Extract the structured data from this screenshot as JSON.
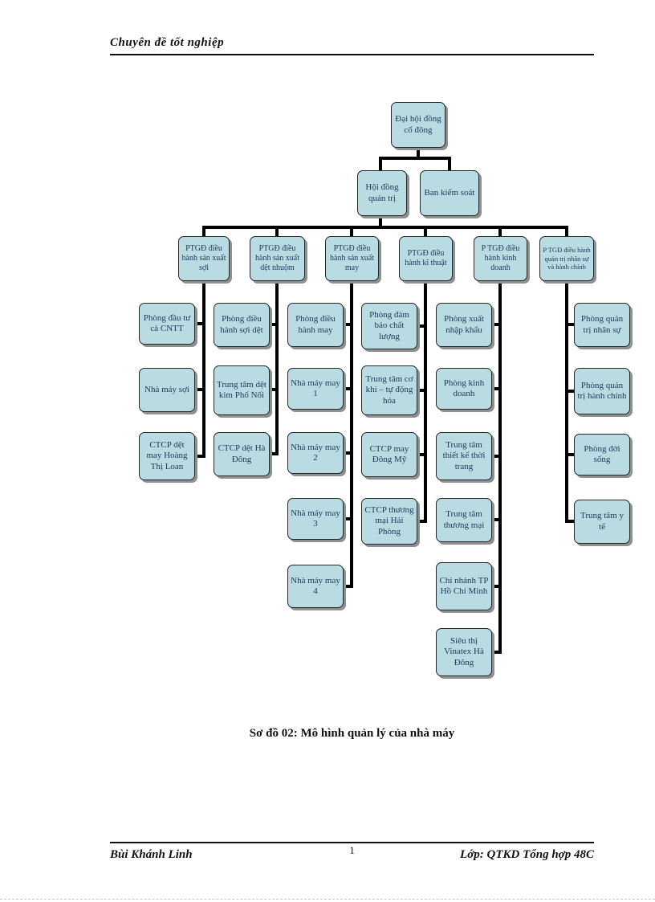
{
  "document": {
    "header_title": "Chuyên đề tốt nghiệp",
    "caption": "Sơ đồ 02: Mô hình quản lý của nhà máy",
    "footer": {
      "author": "Bùi Khánh Linh",
      "page_number": "1",
      "class_label": "Lớp: QTKD Tổng hợp 48C"
    }
  },
  "chart_data": {
    "type": "org-chart",
    "title": "Sơ đồ 02: Mô hình quản lý của nhà máy",
    "root": "Đại hội đồng cổ đông",
    "board": "Hội đồng quản trị",
    "supervisory_board": "Ban kiểm soát",
    "branches": [
      {
        "head": "PTGĐ điều hành sản xuất sợi",
        "children": [
          "Phòng đầu tư cà CNTT",
          "Nhà máy sợi",
          "CTCP dệt may Hoàng Thị Loan"
        ]
      },
      {
        "head": "PTGĐ điều hành sản xuất dệt nhuộm",
        "children": [
          "Phòng điều hành sợi dệt",
          "Trung tâm dệt kim Phố Nối",
          "CTCP dệt Hà Đông"
        ]
      },
      {
        "head": "PTGĐ điều hành sản xuất may",
        "children": [
          "Phòng điều hành may",
          "Nhà máy may 1",
          "Nhà máy may 2",
          "Nhà máy may 3",
          "Nhà máy may 4"
        ]
      },
      {
        "head": "PTGĐ điều hành kĩ thuật",
        "children": [
          "Phòng đảm bảo chất lượng",
          "Trung tâm cơ khí – tự động hóa",
          "CTCP may Đông Mỹ",
          "CTCP thương mại Hải Phòng"
        ]
      },
      {
        "head": "P TGĐ điều hành kinh doanh",
        "children": [
          "Phòng xuất nhập khẩu",
          "Phòng kinh doanh",
          "Trung tâm thiết kế thời trang",
          "Trung tâm thương mại",
          "Chi nhánh TP Hồ Chí Minh",
          "Siêu thị Vinatex Hà Đông"
        ]
      },
      {
        "head": "P TGĐ điều hành quản trị nhân sự và hành chính",
        "children": [
          "Phòng quản trị nhân sự",
          "Phòng quản trị hành chính",
          "Phòng đời sống",
          "Trung tâm y tế"
        ]
      }
    ],
    "colors": {
      "node_fill": "#b9dbe2",
      "node_border": "#26262b",
      "node_text": "#203a5c",
      "connector": "#000000"
    }
  }
}
